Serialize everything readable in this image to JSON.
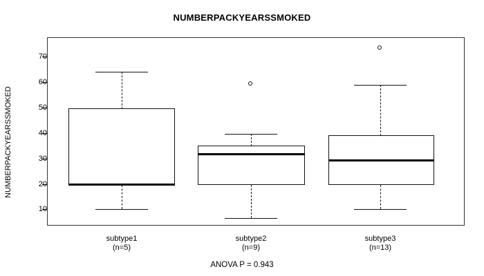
{
  "chart_data": {
    "type": "box",
    "title": "NUMBERPACKYEARSSMOKED",
    "xlabel": "",
    "ylabel": "NUMBERPACKYEARSSMOKED",
    "ylim": [
      5,
      77
    ],
    "grid": false,
    "legend": null,
    "annotation": "ANOVA P = 0.943",
    "ytick_labels": [
      "70",
      "60",
      "50",
      "40",
      "30",
      "20",
      "10"
    ],
    "ytick_values": [
      70,
      60,
      50,
      40,
      30,
      20,
      10
    ],
    "categories": [
      "subtype1",
      "subtype2",
      "subtype3"
    ],
    "category_counts": [
      "(n=5)",
      "(n=9)",
      "(n=13)"
    ],
    "boxes": [
      {
        "name": "subtype1",
        "n_label": "(n=5)",
        "lower_whisker": 10,
        "q1": 20,
        "median": 20,
        "q3": 50,
        "upper_whisker": 65,
        "outliers": []
      },
      {
        "name": "subtype2",
        "n_label": "(n=9)",
        "lower_whisker": 7,
        "q1": 20,
        "median": 32,
        "q3": 35,
        "upper_whisker": 40,
        "outliers": [
          61
        ]
      },
      {
        "name": "subtype3",
        "n_label": "(n=13)",
        "lower_whisker": 10,
        "q1": 20,
        "median": 30,
        "q3": 40,
        "upper_whisker": 60,
        "outliers": [
          75
        ]
      }
    ]
  },
  "title": "NUMBERPACKYEARSSMOKED",
  "y_axis_label": "NUMBERPACKYEARSSMOKED",
  "footer": "ANOVA P = 0.943",
  "ticks": {
    "t70": "70",
    "t60": "60",
    "t50": "50",
    "t40": "40",
    "t30": "30",
    "t20": "20",
    "t10": "10"
  },
  "x_labels": {
    "s1_name": "subtype1",
    "s1_n": "(n=5)",
    "s2_name": "subtype2",
    "s2_n": "(n=9)",
    "s3_name": "subtype3",
    "s3_n": "(n=13)"
  },
  "colors": {
    "axis": "#333333",
    "line": "#111111",
    "background": "#ffffff",
    "text": "#000000"
  }
}
